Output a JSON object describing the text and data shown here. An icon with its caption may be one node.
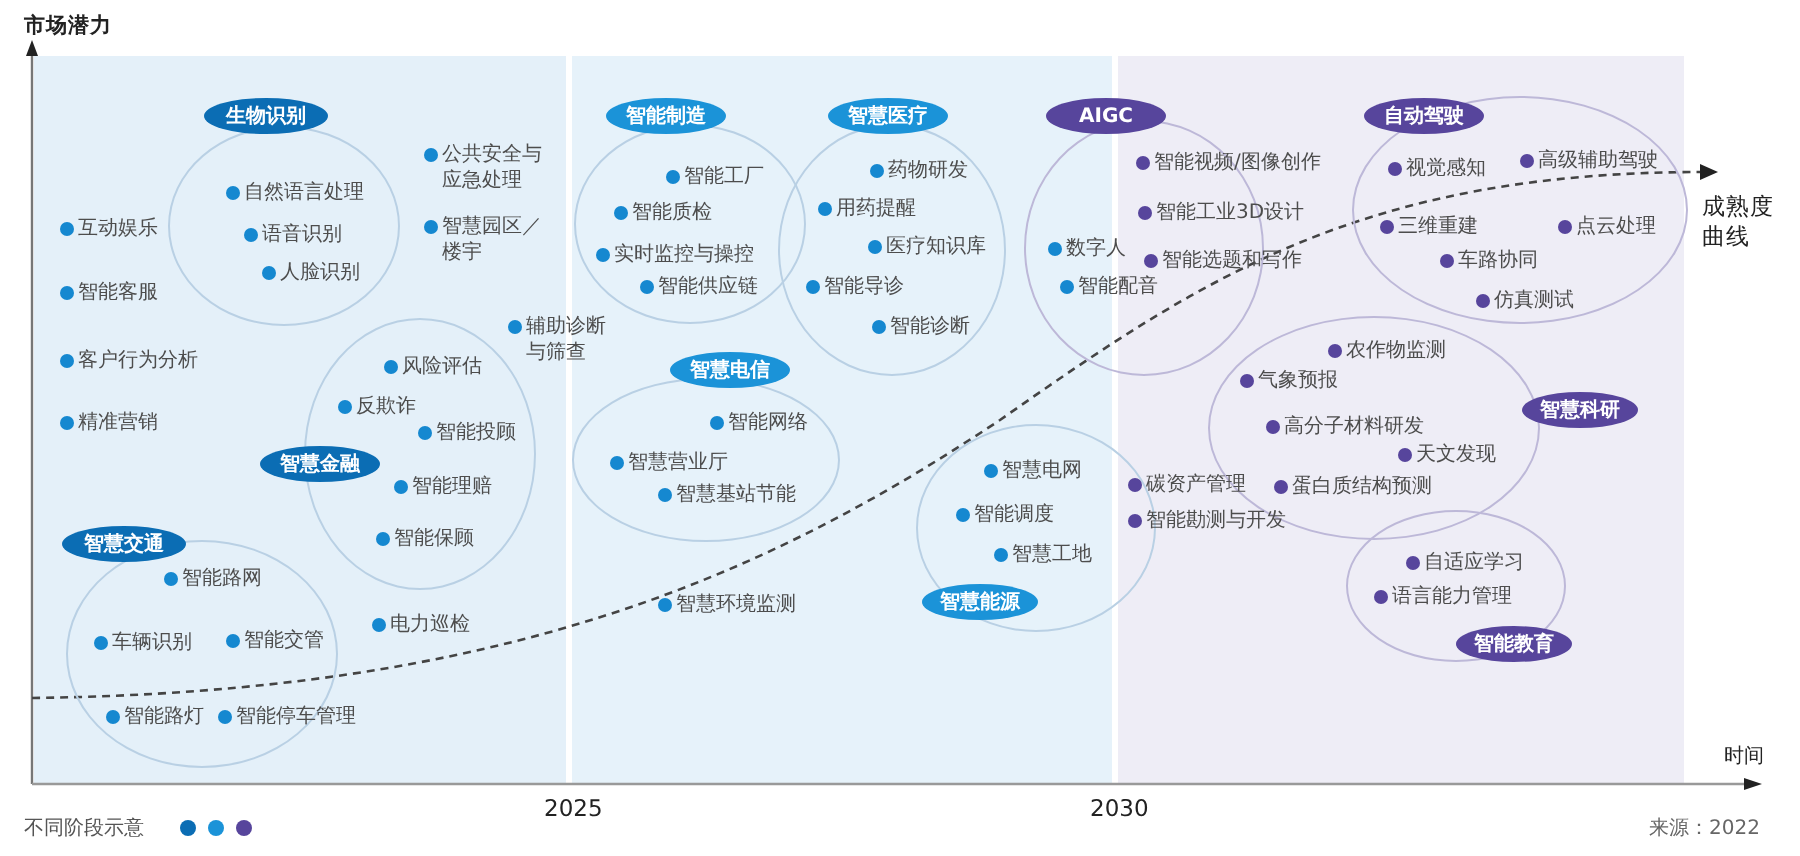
{
  "diagram": {
    "nodes": [
      {
        "text": [
          "生物识别",
          "自然语言处理",
          "语音识别",
          "人脸识别"
        ]
      },
      {
        "text": [
          "智能制造",
          "智能工厂",
          "智能质检",
          "实时监控与操控",
          "智能供应链"
        ]
      },
      {
        "text": [
          "智慧医疗",
          "药物研发",
          "用药提醒",
          "医疗知识库",
          "智能导诊",
          "智能诊断"
        ]
      },
      {
        "text": [
          "AIGC",
          "智能视频/图像创作",
          "智能工业3D设计",
          "数字人",
          "智能选题和写作",
          "智能配音"
        ]
      },
      {
        "text": [
          "自动驾驶",
          "视觉感知",
          "高级辅助驾驶",
          "三维重建",
          "点云处理",
          "车路协同",
          "仿真测试"
        ]
      },
      {
        "text": [
          "智慧电信",
          "智能网络",
          "智慧营业厅",
          "智慧基站节能"
        ]
      },
      {
        "text": [
          "风险评估",
          "反欺诈",
          "智能投顾",
          "智慧金融",
          "智能理赔",
          "智能保顾"
        ]
      },
      {
        "text": [
          "农作物监测",
          "气象预报",
          "智慧科研",
          "高分子材料研发",
          "天文发现",
          "蛋白质结构预测"
        ]
      },
      {
        "text": [
          "智慧交通",
          "智能路网",
          "车辆识别",
          "智能交管",
          "智能路灯",
          "智能停车管理"
        ]
      },
      {
        "text": [
          "智慧电网",
          "智能调度",
          "智慧工地",
          "智慧能源"
        ]
      },
      {
        "text": [
          "自适应学习",
          "语言能力管理",
          "智能教育"
        ]
      }
    ],
    "labels": [
      "市场潜力",
      "公共安全与应急处理",
      "互动娱乐",
      "智慧园区／楼宇",
      "智能客服",
      "辅助诊断与筛查",
      "客户行为分析",
      "成熟度曲线",
      "精准营销",
      "碳资产管理",
      "智能勘测与开发",
      "电力巡检",
      "智慧环境监测",
      "时间",
      "2025",
      "2030",
      "不同阶段示意",
      "来源：2022"
    ]
  }
}
